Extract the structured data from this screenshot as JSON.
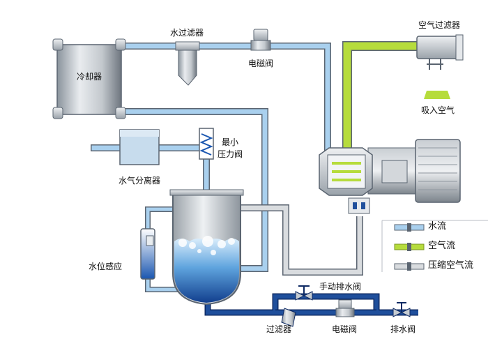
{
  "labels": {
    "cooler": "冷却器",
    "water_filter": "水过滤器",
    "solenoid_top": "电磁阀",
    "air_filter": "空气过滤器",
    "air_intake": "吸入空气",
    "min_pressure_line1": "最小",
    "min_pressure_line2": "压力阀",
    "separator": "水气分离器",
    "level_sensor": "水位感应",
    "manual_drain": "手动排水阀",
    "strainer": "过滤器",
    "solenoid_bottom": "电磁阀",
    "drain_valve": "排水阀"
  },
  "legend": {
    "items": [
      {
        "label": "水流",
        "color": "#5aa0d8"
      },
      {
        "label": "空气流",
        "color": "#b6dc3c"
      },
      {
        "label": "压缩空气流",
        "color": "#c9ccd0"
      }
    ]
  },
  "colors": {
    "water": "#a9d0ee",
    "water_dark": "#1f4f9c",
    "air": "#b6dc3c",
    "compressed_air": "#d9dcdf",
    "pipe_outline": "#5a6470"
  }
}
